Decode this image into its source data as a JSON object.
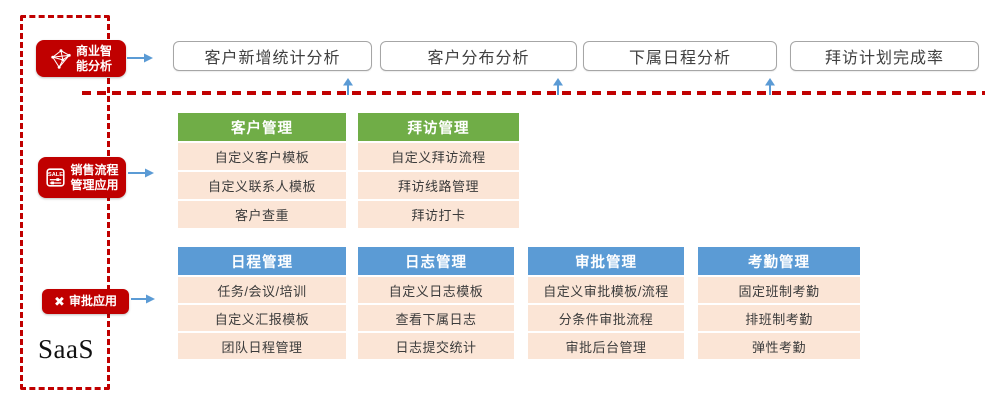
{
  "saas": {
    "label": "SaaS"
  },
  "left_labels": {
    "bi": {
      "line1": "商业智",
      "line2": "能分析",
      "icon": "network-graph-icon"
    },
    "sales": {
      "line1": "销售流程",
      "line2": "管理应用",
      "icon": "sale-sliders-icon"
    },
    "approval": {
      "line1": "审批应用",
      "icon": "cross-icon"
    }
  },
  "analysis_row": {
    "boxes": [
      "客户新增统计分析",
      "客户分布分析",
      "下属日程分析",
      "拜访计划完成率"
    ]
  },
  "sales_section": {
    "columns": [
      {
        "header": "客户管理",
        "items": [
          "自定义客户模板",
          "自定义联系人模板",
          "客户查重"
        ]
      },
      {
        "header": "拜访管理",
        "items": [
          "自定义拜访流程",
          "拜访线路管理",
          "拜访打卡"
        ]
      }
    ]
  },
  "approval_section": {
    "columns": [
      {
        "header": "日程管理",
        "items": [
          "任务/会议/培训",
          "自定义汇报模板",
          "团队日程管理"
        ]
      },
      {
        "header": "日志管理",
        "items": [
          "自定义日志模板",
          "查看下属日志",
          "日志提交统计"
        ]
      },
      {
        "header": "审批管理",
        "items": [
          "自定义审批模板/流程",
          "分条件审批流程",
          "审批后台管理"
        ]
      },
      {
        "header": "考勤管理",
        "items": [
          "固定班制考勤",
          "排班制考勤",
          "弹性考勤"
        ]
      }
    ]
  },
  "colors": {
    "accent_red": "#c00000",
    "header_green": "#70ad47",
    "header_blue": "#5b9bd5",
    "cell_peach": "#fbe5d6",
    "arrow_blue": "#5b9bd5",
    "box_border_gray": "#a6a6a6"
  }
}
